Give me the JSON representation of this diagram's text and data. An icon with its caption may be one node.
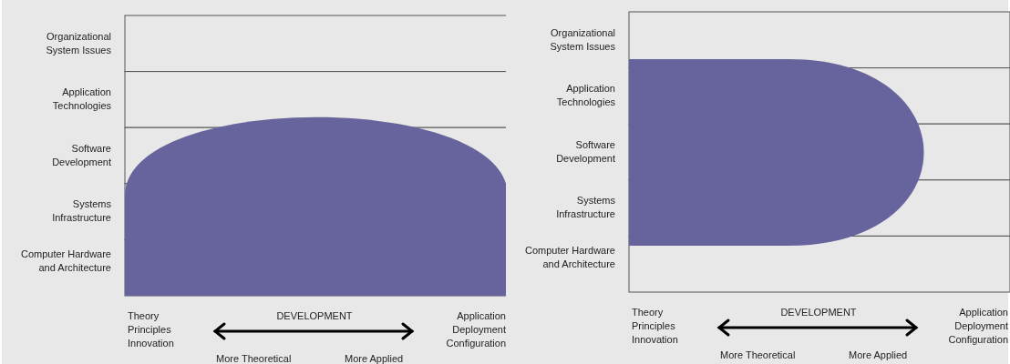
{
  "diagram": {
    "labels": [
      "Organizational System Issues",
      "Application Technologies",
      "Software Development",
      "Systems Infrastructure",
      "Computer Hardware and Architecture",
      "Theory Principles Innovation",
      "DEVELOPMENT",
      "Application Deployment Configuration",
      "More Theoretical",
      "More Applied",
      "Organizational System Issues",
      "Application Technologies",
      "Software Development",
      "Systems Infrastructure",
      "Computer Hardware and Architecture",
      "Theory Principles Innovation",
      "DEVELOPMENT",
      "Application Deployment Configuration",
      "More Theoretical",
      "More Applied"
    ]
  }
}
